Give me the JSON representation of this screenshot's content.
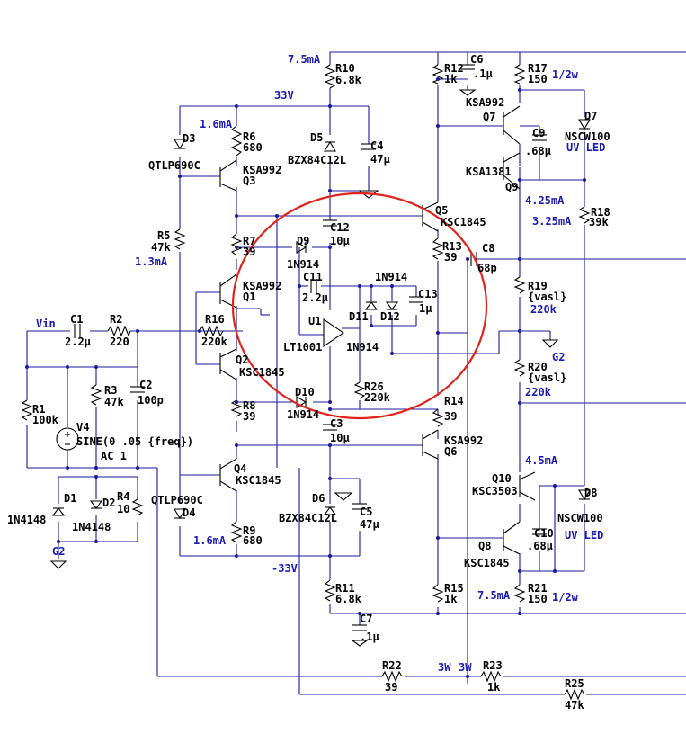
{
  "components": {
    "R10": {
      "ref": "R10",
      "val": "6.8k"
    },
    "R12": {
      "ref": "R12",
      "val": "1k"
    },
    "C6": {
      "ref": "C6",
      "val": ".1µ"
    },
    "R17": {
      "ref": "R17",
      "val": "150"
    },
    "R6": {
      "ref": "R6",
      "val": "680"
    },
    "D3": {
      "ref": "D3",
      "val": "QTLP690C"
    },
    "Q3": {
      "ref": "Q3",
      "val": "KSA992"
    },
    "D5": {
      "ref": "D5",
      "val": "BZX84C12L"
    },
    "C4": {
      "ref": "C4",
      "val": "47µ"
    },
    "Q7": {
      "ref": "Q7",
      "val": "KSA992"
    },
    "C9": {
      "ref": "C9",
      "val": ".68µ"
    },
    "D7": {
      "ref": "D7",
      "val": "NSCW100"
    },
    "Q9": {
      "ref": "Q9",
      "val": "KSA1381"
    },
    "Q5": {
      "ref": "Q5",
      "val": "KSC1845"
    },
    "R18": {
      "ref": "R18",
      "val": "39k"
    },
    "R5": {
      "ref": "R5",
      "val": "47k"
    },
    "R7": {
      "ref": "R7",
      "val": "39"
    },
    "D9": {
      "ref": "D9",
      "val": "1N914"
    },
    "C12": {
      "ref": "C12",
      "val": "10µ"
    },
    "R13": {
      "ref": "R13",
      "val": "39"
    },
    "C8": {
      "ref": "C8",
      "val": "68p"
    },
    "C11": {
      "ref": "C11",
      "val": "2.2µ"
    },
    "Q1": {
      "ref": "Q1",
      "val": "KSA992"
    },
    "D11": {
      "ref": "D11",
      "val": "1N914"
    },
    "D12": {
      "ref": "D12",
      "val": "1N914"
    },
    "C13": {
      "ref": "C13",
      "val": "1µ"
    },
    "R19": {
      "ref": "R19",
      "val": "{vasl}"
    },
    "U1": {
      "ref": "U1",
      "val": "LT1001"
    },
    "C1": {
      "ref": "C1",
      "val": "2.2µ"
    },
    "R2": {
      "ref": "R2",
      "val": "220"
    },
    "R16": {
      "ref": "R16",
      "val": "220k"
    },
    "Q2": {
      "ref": "Q2",
      "val": "KSC1845"
    },
    "R20": {
      "ref": "R20",
      "val": "{vasl}"
    },
    "R3": {
      "ref": "R3",
      "val": "47k"
    },
    "C2": {
      "ref": "C2",
      "val": "100p"
    },
    "R26": {
      "ref": "R26",
      "val": "220k"
    },
    "R1": {
      "ref": "R1",
      "val": "100k"
    },
    "R8": {
      "ref": "R8",
      "val": "39"
    },
    "D10": {
      "ref": "D10",
      "val": "1N914"
    },
    "R14": {
      "ref": "R14",
      "val": "39"
    },
    "V4": {
      "ref": "V4",
      "val": "SINE(0 .05 {freq})",
      "ac": "AC 1"
    },
    "C3": {
      "ref": "C3",
      "val": "10µ"
    },
    "Q6": {
      "ref": "Q6",
      "val": "KSA992"
    },
    "Q4": {
      "ref": "Q4",
      "val": "KSC1845"
    },
    "Q10": {
      "ref": "Q10",
      "val": "KSC3503"
    },
    "D8": {
      "ref": "D8",
      "val": "NSCW100"
    },
    "D1": {
      "ref": "D1",
      "val": "1N4148"
    },
    "D2": {
      "ref": "D2",
      "val": "1N4148"
    },
    "R4": {
      "ref": "R4",
      "val": "10"
    },
    "D4": {
      "ref": "D4",
      "val": "QTLP690C"
    },
    "D6": {
      "ref": "D6",
      "val": "BZX84C12L"
    },
    "C5": {
      "ref": "C5",
      "val": "47µ"
    },
    "C10": {
      "ref": "C10",
      "val": ".68µ"
    },
    "Q8": {
      "ref": "Q8",
      "val": "KSC1845"
    },
    "R9": {
      "ref": "R9",
      "val": "680"
    },
    "R11": {
      "ref": "R11",
      "val": "6.8k"
    },
    "R15": {
      "ref": "R15",
      "val": "1k"
    },
    "R21": {
      "ref": "R21",
      "val": "150"
    },
    "C7": {
      "ref": "C7",
      "val": ".1µ"
    },
    "R22": {
      "ref": "R22",
      "val": "39"
    },
    "R23": {
      "ref": "R23",
      "val": "1k"
    },
    "R25": {
      "ref": "R25",
      "val": "47k"
    }
  },
  "annotations": {
    "i_top": "7.5mA",
    "v_pos": "33V",
    "i_d3": "1.6mA",
    "i_r5": "1.3mA",
    "pwr_r17": "1/2w",
    "led_d7": "UV LED",
    "i_q9": "4.25mA",
    "i_r18": "3.25mA",
    "i_q10": "4.5mA",
    "led_d8": "UV LED",
    "i_d4": "1.6mA",
    "v_neg": "-33V",
    "i_bot": "7.5mA",
    "pwr_r21": "1/2w",
    "pwr_w1": "3W",
    "pwr_w2": "3W",
    "r19_i": "220k",
    "r20_i": "220k"
  },
  "nets": {
    "vin": "Vin",
    "g2a": "G2",
    "g2b": "G2"
  },
  "colors": {
    "wire": "#1a1a9e",
    "component": "#000000",
    "annotation": "#1a1ab4",
    "highlight": "#e0241b"
  }
}
